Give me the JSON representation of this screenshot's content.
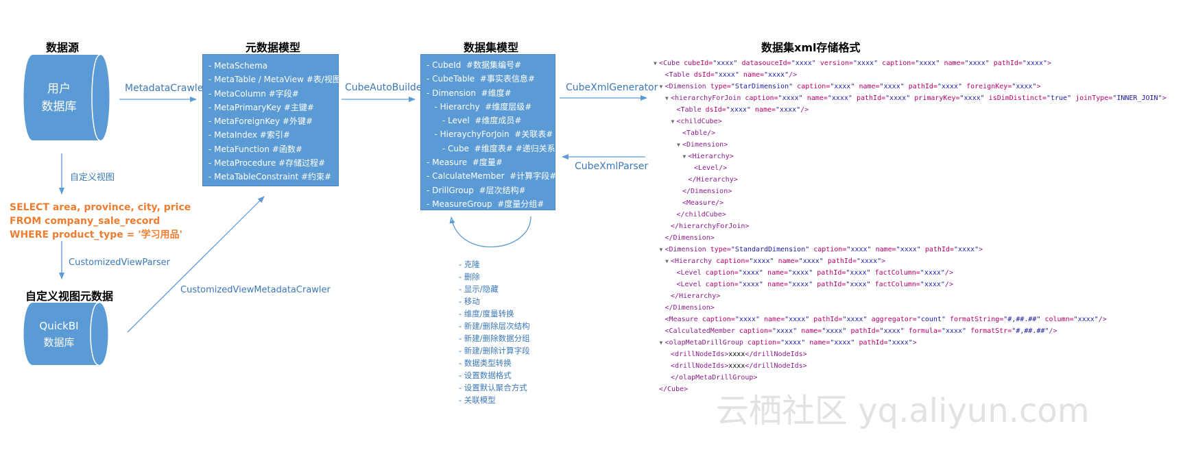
{
  "headings": {
    "datasource": "数据源",
    "meta_model": "元数据模型",
    "dataset_model": "数据集模型",
    "xml_format": "数据集xml存储格式",
    "custom_view_meta": "自定义视图元数据"
  },
  "databases": {
    "user_db": [
      "用户",
      "数据库"
    ],
    "quickbi_db": [
      "QuickBI",
      "数据库"
    ]
  },
  "arrow_labels": {
    "metadata_crawler": "MetadataCrawler",
    "cube_auto_builder": "CubeAutoBuilder",
    "cube_xml_generator": "CubeXmlGenerator",
    "cube_xml_parser": "CubeXmlParser",
    "custom_view": "自定义视图",
    "customized_view_parser": "CustomizedViewParser",
    "customized_view_metadata_crawler": "CustomizedViewMetadataCrawler"
  },
  "sql_lines": [
    "SELECT area, province, city, price",
    "FROM company_sale_record",
    "WHERE  product_type = '学习用品'"
  ],
  "meta_model_items": [
    "- MetaSchema",
    "- MetaTable / MetaView  #表/视图#",
    "- MetaColumn  #字段#",
    "- MetaPrimaryKey #主键#",
    "- MetaForeignKey #外键#",
    "- MetaIndex #索引#",
    "- MetaFunction #函数#",
    "- MetaProcedure #存储过程#",
    "- MetaTableConstraint #约束#",
    "- ............"
  ],
  "dataset_model_items": [
    "- CubeId  #数据集编号#",
    "- CubeTable  #事实表信息#",
    "- Dimension  #维度#",
    "   - Hierarchy  #维度层级#",
    "      - Level  #维度成员#",
    "   - HieraychyForJoin  #关联表#",
    "      - Cube  #维度表# #递归关系#",
    "- Measure  #度量#",
    "- CalculateMember  #计算字段#",
    "- DrillGroup  #层次结构#",
    "- MeasureGroup  #度量分组#",
    "- ..........."
  ],
  "operations": [
    "- 克隆",
    "- 删除",
    "- 显示/隐藏",
    "- 移动",
    "- 维度/度量转换",
    "- 新建/删除层次结构",
    "- 新建/删除数据分组",
    "- 新建/删除计算字段",
    "- 数据类型转换",
    "- 设置数据格式",
    "- 设置默认聚合方式",
    "- 关联模型"
  ],
  "xml_lines": [
    {
      "indent": 0,
      "tri": "▼",
      "segs": [
        [
          "tag",
          "<Cube "
        ],
        [
          "an",
          "cubeId="
        ],
        [
          "av",
          "\"xxxx\" "
        ],
        [
          "an",
          "datasouceId="
        ],
        [
          "av",
          "\"xxxx\" "
        ],
        [
          "an",
          "version="
        ],
        [
          "av",
          "\"xxxx\" "
        ],
        [
          "an",
          "caption="
        ],
        [
          "av",
          "\"xxxx\" "
        ],
        [
          "an",
          "name="
        ],
        [
          "av",
          "\"xxxx\" "
        ],
        [
          "an",
          "pathId="
        ],
        [
          "av",
          "\"xxxx\""
        ],
        [
          "tag",
          ">"
        ]
      ]
    },
    {
      "indent": 1,
      "tri": "",
      "segs": [
        [
          "tag",
          "<Table "
        ],
        [
          "an",
          "dsId="
        ],
        [
          "av",
          "\"xxxx\" "
        ],
        [
          "an",
          "name="
        ],
        [
          "av",
          "\"xxxx\""
        ],
        [
          "tag",
          "/>"
        ]
      ]
    },
    {
      "indent": 1,
      "tri": "▼",
      "segs": [
        [
          "tag",
          "<Dimension "
        ],
        [
          "an",
          "type="
        ],
        [
          "av",
          "\"StarDimension\" "
        ],
        [
          "an",
          "caption="
        ],
        [
          "av",
          "\"xxxx\" "
        ],
        [
          "an",
          "name="
        ],
        [
          "av",
          "\"xxxx\" "
        ],
        [
          "an",
          "pathId="
        ],
        [
          "av",
          "\"xxxx\" "
        ],
        [
          "an",
          "foreignKey="
        ],
        [
          "av",
          "\"xxxx\""
        ],
        [
          "tag",
          ">"
        ]
      ]
    },
    {
      "indent": 2,
      "tri": "▼",
      "segs": [
        [
          "tag",
          "<hierarchyForJoin "
        ],
        [
          "an",
          "caption="
        ],
        [
          "av",
          "\"xxxx\" "
        ],
        [
          "an",
          "name="
        ],
        [
          "av",
          "\"xxxx\" "
        ],
        [
          "an",
          "pathId="
        ],
        [
          "av",
          "\"xxxx\" "
        ],
        [
          "an",
          "primaryKey="
        ],
        [
          "av",
          "\"xxxx\" "
        ],
        [
          "an",
          "isDimDistinct="
        ],
        [
          "av",
          "\"true\" "
        ],
        [
          "an",
          "joinType="
        ],
        [
          "av",
          "\"INNER_JOIN\""
        ],
        [
          "tag",
          ">"
        ]
      ]
    },
    {
      "indent": 3,
      "tri": "",
      "segs": [
        [
          "tag",
          "<Table "
        ],
        [
          "an",
          "dsId="
        ],
        [
          "av",
          "\"xxxx\" "
        ],
        [
          "an",
          "name="
        ],
        [
          "av",
          "\"xxxx\""
        ],
        [
          "tag",
          "/>"
        ]
      ]
    },
    {
      "indent": 3,
      "tri": "▼",
      "segs": [
        [
          "tag",
          "<childCube>"
        ]
      ]
    },
    {
      "indent": 4,
      "tri": "",
      "segs": [
        [
          "tag",
          "<Table/>"
        ]
      ]
    },
    {
      "indent": 4,
      "tri": "▼",
      "segs": [
        [
          "tag",
          "<Dimension>"
        ]
      ]
    },
    {
      "indent": 5,
      "tri": "▼",
      "segs": [
        [
          "tag",
          "<Hierarchy>"
        ]
      ]
    },
    {
      "indent": 6,
      "tri": "",
      "segs": [
        [
          "tag",
          "<Level/>"
        ]
      ]
    },
    {
      "indent": 5,
      "tri": "",
      "segs": [
        [
          "tag",
          "</Hierarchy>"
        ]
      ]
    },
    {
      "indent": 4,
      "tri": "",
      "segs": [
        [
          "tag",
          "</Dimension>"
        ]
      ]
    },
    {
      "indent": 4,
      "tri": "",
      "segs": [
        [
          "tag",
          "<Measure/>"
        ]
      ]
    },
    {
      "indent": 3,
      "tri": "",
      "segs": [
        [
          "tag",
          "</childCube>"
        ]
      ]
    },
    {
      "indent": 2,
      "tri": "",
      "segs": [
        [
          "tag",
          "</hierarchyForJoin>"
        ]
      ]
    },
    {
      "indent": 1,
      "tri": "",
      "segs": [
        [
          "tag",
          "</Dimension>"
        ]
      ]
    },
    {
      "indent": 1,
      "tri": "▼",
      "segs": [
        [
          "tag",
          "<Dimension "
        ],
        [
          "an",
          "type="
        ],
        [
          "av",
          "\"StandardDimension\" "
        ],
        [
          "an",
          "caption="
        ],
        [
          "av",
          "\"xxxx\" "
        ],
        [
          "an",
          "name="
        ],
        [
          "av",
          "\"xxxx\" "
        ],
        [
          "an",
          "pathId="
        ],
        [
          "av",
          "\"xxxx\""
        ],
        [
          "tag",
          ">"
        ]
      ]
    },
    {
      "indent": 2,
      "tri": "▼",
      "segs": [
        [
          "tag",
          "<Hierarchy "
        ],
        [
          "an",
          "caption="
        ],
        [
          "av",
          "\"xxxx\" "
        ],
        [
          "an",
          "name="
        ],
        [
          "av",
          "\"xxxx\" "
        ],
        [
          "an",
          "pathId="
        ],
        [
          "av",
          "\"xxxx\""
        ],
        [
          "tag",
          ">"
        ]
      ]
    },
    {
      "indent": 3,
      "tri": "",
      "segs": [
        [
          "tag",
          "<Level "
        ],
        [
          "an",
          "caption="
        ],
        [
          "av",
          "\"xxxx\" "
        ],
        [
          "an",
          "name="
        ],
        [
          "av",
          "\"xxxx\" "
        ],
        [
          "an",
          "pathId="
        ],
        [
          "av",
          "\"xxxx\" "
        ],
        [
          "an",
          "factColumn="
        ],
        [
          "av",
          "\"xxxx\""
        ],
        [
          "tag",
          "/>"
        ]
      ]
    },
    {
      "indent": 3,
      "tri": "",
      "segs": [
        [
          "tag",
          "<Level "
        ],
        [
          "an",
          "caption="
        ],
        [
          "av",
          "\"xxxx\" "
        ],
        [
          "an",
          "name="
        ],
        [
          "av",
          "\"xxxx\" "
        ],
        [
          "an",
          "pathId="
        ],
        [
          "av",
          "\"xxxx\" "
        ],
        [
          "an",
          "factColumn="
        ],
        [
          "av",
          "\"xxxx\""
        ],
        [
          "tag",
          "/>"
        ]
      ]
    },
    {
      "indent": 2,
      "tri": "",
      "segs": [
        [
          "tag",
          "</Hierarchy>"
        ]
      ]
    },
    {
      "indent": 1,
      "tri": "",
      "segs": [
        [
          "tag",
          "</Dimension>"
        ]
      ]
    },
    {
      "indent": 1,
      "tri": "",
      "segs": [
        [
          "tag",
          "<Measure "
        ],
        [
          "an",
          "caption="
        ],
        [
          "av",
          "\"xxxx\" "
        ],
        [
          "an",
          "name="
        ],
        [
          "av",
          "\"xxxx\" "
        ],
        [
          "an",
          "pathId="
        ],
        [
          "av",
          "\"xxxx\" "
        ],
        [
          "an",
          "aggregator="
        ],
        [
          "av",
          "\"count\" "
        ],
        [
          "an",
          "formatString="
        ],
        [
          "av",
          "\"#,##.##\" "
        ],
        [
          "an",
          "column="
        ],
        [
          "av",
          "\"xxxx\""
        ],
        [
          "tag",
          "/>"
        ]
      ]
    },
    {
      "indent": 1,
      "tri": "",
      "segs": [
        [
          "tag",
          "<CalculatedMember "
        ],
        [
          "an",
          "caption="
        ],
        [
          "av",
          "\"xxxx\" "
        ],
        [
          "an",
          "name="
        ],
        [
          "av",
          "\"xxxx\" "
        ],
        [
          "an",
          "pathId="
        ],
        [
          "av",
          "\"xxxx\" "
        ],
        [
          "an",
          "formula="
        ],
        [
          "av",
          "\"xxxx\" "
        ],
        [
          "an",
          "formatStr="
        ],
        [
          "av",
          "\"#,##.##\""
        ],
        [
          "tag",
          "/>"
        ]
      ]
    },
    {
      "indent": 1,
      "tri": "▼",
      "segs": [
        [
          "tag",
          "<olapMetaDrillGroup "
        ],
        [
          "an",
          "caption="
        ],
        [
          "av",
          "\"xxxx\" "
        ],
        [
          "an",
          "name="
        ],
        [
          "av",
          "\"xxxx\" "
        ],
        [
          "an",
          "pathId="
        ],
        [
          "av",
          "\"xxxx\""
        ],
        [
          "tag",
          ">"
        ]
      ]
    },
    {
      "indent": 2,
      "tri": "",
      "segs": [
        [
          "tag",
          "<drillNodeIds>"
        ],
        [
          "tx",
          "xxxx"
        ],
        [
          "tag",
          "</drillNodeIds>"
        ]
      ]
    },
    {
      "indent": 2,
      "tri": "",
      "segs": [
        [
          "tag",
          "<drillNodeIds>"
        ],
        [
          "tx",
          "xxxx"
        ],
        [
          "tag",
          "</drillNodeIds>"
        ]
      ]
    },
    {
      "indent": 2,
      "tri": "",
      "segs": [
        [
          "tag",
          "</olapMetaDrillGroup>"
        ]
      ]
    },
    {
      "indent": 0,
      "tri": "",
      "segs": [
        [
          "tag",
          "</Cube>"
        ]
      ]
    }
  ],
  "watermark": "云栖社区 yq.aliyun.com",
  "colors": {
    "box_fill": "#5b9bd5",
    "arrow": "#5b9bd5",
    "label": "#3b78b8",
    "sql": "#ed7d31"
  }
}
